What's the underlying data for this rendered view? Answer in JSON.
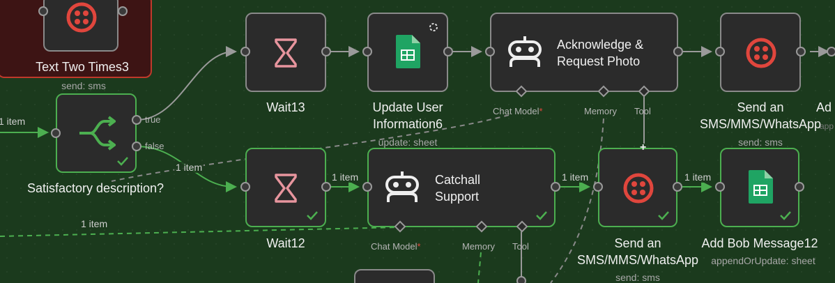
{
  "colors": {
    "canvas": "#1b3a1d",
    "node_bg": "#2b2b2b",
    "success_border": "#4caf50",
    "error_bg": "#3d1414",
    "twilio_red": "#e0463d",
    "wait_pink": "#e8959e",
    "sheets_green": "#1fa463"
  },
  "nodes": {
    "text_two_times3": {
      "title": "Text Two Times3",
      "subtitle": "send: sms",
      "icon": "twilio-icon"
    },
    "satisfactory": {
      "title": "Satisfactory description?",
      "icon": "if-branch-icon",
      "out_true": "true",
      "out_false": "false"
    },
    "wait13": {
      "title": "Wait13",
      "icon": "hourglass-icon"
    },
    "update_user": {
      "title_line1": "Update User",
      "title_line2": "Information6",
      "subtitle": "update: sheet",
      "icon": "google-sheets-icon"
    },
    "acknowledge": {
      "line1": "Acknowledge &",
      "line2": "Request Photo",
      "icon": "robot-icon",
      "ports": [
        "Chat Model",
        "Memory",
        "Tool"
      ],
      "required_mark": "*"
    },
    "send_sms_top": {
      "title_line1": "Send an",
      "title_line2": "SMS/MMS/WhatsApp",
      "subtitle": "send: sms",
      "icon": "twilio-icon"
    },
    "partial_top": {
      "title": "Ad",
      "subtitle": "app"
    },
    "wait12": {
      "title": "Wait12",
      "icon": "hourglass-icon"
    },
    "catchall": {
      "line1": "Catchall",
      "line2": "Support",
      "icon": "robot-icon",
      "ports": [
        "Chat Model",
        "Memory",
        "Tool"
      ],
      "required_mark": "*"
    },
    "send_sms_bottom": {
      "title_line1": "Send an",
      "title_line2": "SMS/MMS/WhatsApp",
      "subtitle": "send: sms",
      "icon": "twilio-icon",
      "plus": "+"
    },
    "add_bob": {
      "title": "Add Bob Message12",
      "subtitle": "appendOrUpdate: sheet",
      "icon": "google-sheets-icon"
    }
  },
  "edge_labels": {
    "left_in": "1 item",
    "false_out": "1 item",
    "wait12_out": "1 item",
    "catchall_out": "1 item",
    "sms_out": "1 item",
    "dashed": "1 item"
  }
}
